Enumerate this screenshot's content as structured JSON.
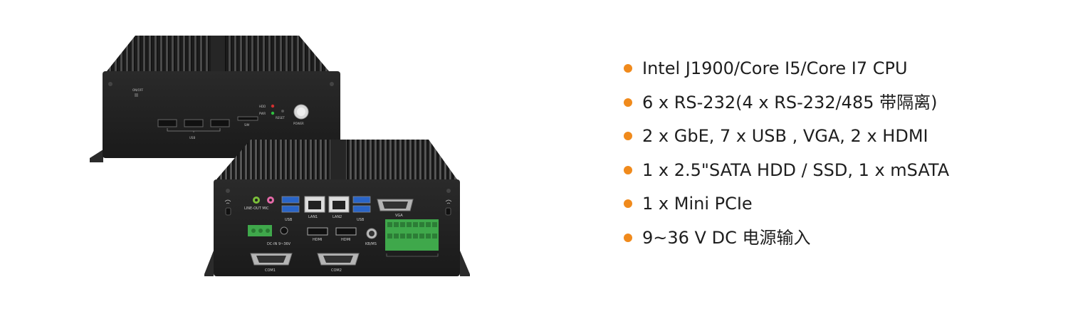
{
  "specs": [
    "Intel J1900/Core I5/Core I7 CPU",
    "6 x RS-232(4 x RS-232/485 带隔离)",
    "2 x GbE, 7 x USB , VGA, 2 x HDMI",
    "1 x 2.5\"SATA HDD / SSD, 1 x mSATA",
    "1 x Mini PCIe",
    "9~36 V DC 电源输入"
  ],
  "front_panel": {
    "onoff": "ON/OFF",
    "usb": "USB",
    "sim": "SIM",
    "hdd": "HDD",
    "pwr": "PWR",
    "reset": "RESET",
    "power": "POWER"
  },
  "rear_panel": {
    "line_out_mic": "LINE-OUT MIC",
    "usb_left": "USB",
    "lan1": "LAN1",
    "lan2": "LAN2",
    "usb_right": "USB",
    "vga": "VGA",
    "dc_in": "DC-IN 9~36V",
    "hdmi1": "HDMI",
    "hdmi2": "HDMI",
    "kbms": "KB/MS",
    "com1": "COM1",
    "com2": "COM2"
  },
  "colors": {
    "bullet": "#f08a1c",
    "chassis": "#222222",
    "terminal_green": "#3fa84b"
  }
}
